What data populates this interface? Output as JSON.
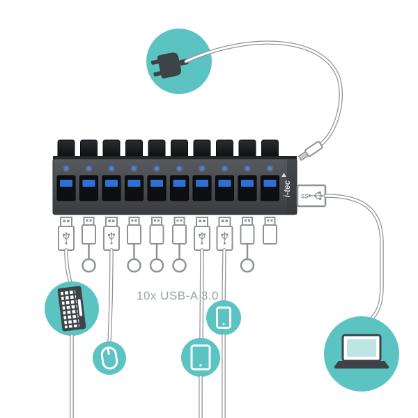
{
  "caption": {
    "text": "10x USB-A 3.0"
  },
  "brand": {
    "text": "i-tec"
  },
  "labels": {
    "ss": "SS"
  },
  "hub": {
    "port_count": 10,
    "button_count": 10,
    "led_count": 10,
    "port_type": "USB-A 3.0"
  },
  "devices": [
    "power-plug",
    "keyboard",
    "mouse",
    "tablet",
    "smartphone",
    "laptop"
  ],
  "colors": {
    "teal": "#5cc3c3",
    "led_blue": "#3f86ff",
    "port_blue": "#2f6fd8",
    "outline_gray": "#8e9296",
    "icon_dark": "#3e4347",
    "caption_gray": "#9aa3a6",
    "hub_light": "#56595d",
    "hub_dark": "#3a3d40",
    "button_black": "#141618",
    "background": "#ffffff"
  }
}
